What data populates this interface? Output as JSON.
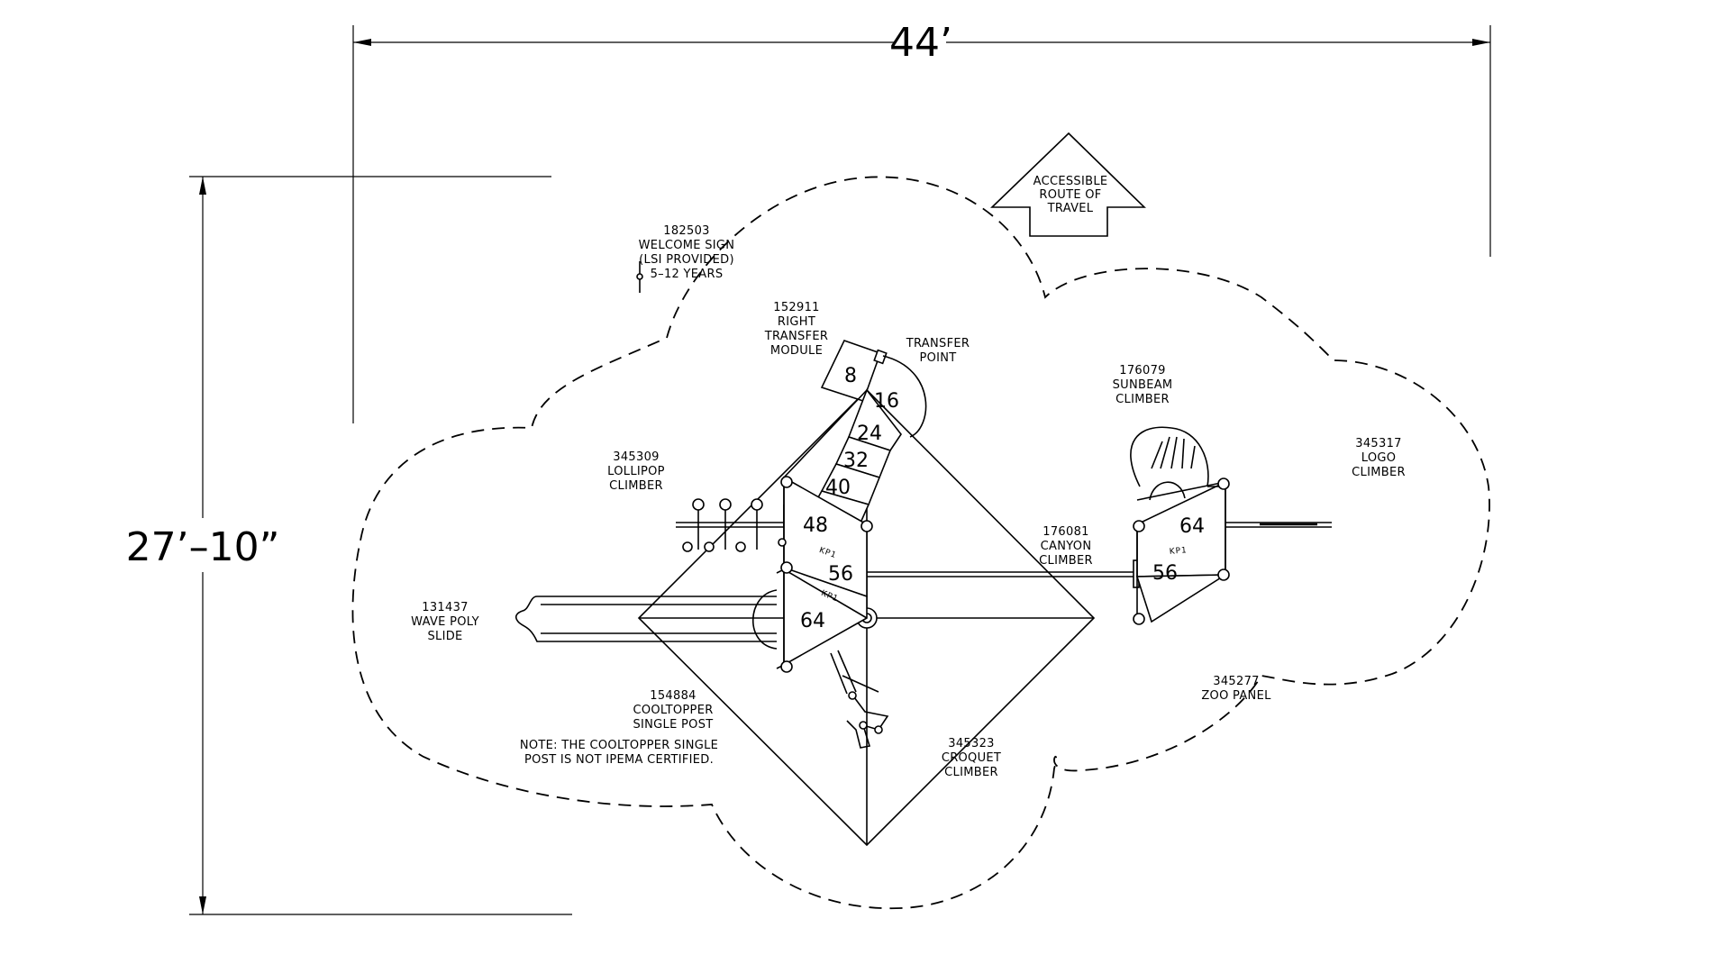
{
  "dimensions": {
    "width": "44’",
    "height": "27’–10”"
  },
  "arrow_label": [
    "ACCESSIBLE",
    "ROUTE OF",
    "TRAVEL"
  ],
  "labels": {
    "welcome_sign": [
      "182503",
      "WELCOME SIGN",
      "(LSI PROVIDED)",
      "5–12 YEARS"
    ],
    "transfer_module": [
      "152911",
      "RIGHT",
      "TRANSFER",
      "MODULE"
    ],
    "transfer_point": [
      "TRANSFER",
      "POINT"
    ],
    "sunbeam": [
      "176079",
      "SUNBEAM",
      "CLIMBER"
    ],
    "logo_climber": [
      "345317",
      "LOGO",
      "CLIMBER"
    ],
    "lollipop": [
      "345309",
      "LOLLIPOP",
      "CLIMBER"
    ],
    "canyon": [
      "176081",
      "CANYON",
      "CLIMBER"
    ],
    "wave_slide": [
      "131437",
      "WAVE POLY",
      "SLIDE"
    ],
    "cooltopper": [
      "154884",
      "COOLTOPPER",
      "SINGLE POST"
    ],
    "note": [
      "NOTE: THE COOLTOPPER SINGLE",
      "POST IS NOT IPEMA CERTIFIED."
    ],
    "zoo_panel": [
      "345277",
      "ZOO PANEL"
    ],
    "croquet": [
      "345323",
      "CROQUET",
      "CLIMBER"
    ]
  },
  "deck_heights": {
    "step_8": "8",
    "step_16": "16",
    "step_24": "24",
    "step_32": "32",
    "step_40": "40",
    "deck_48": "48",
    "deck_56": "56",
    "deck_64": "64",
    "right_64": "64",
    "right_56": "56"
  },
  "kick_plate": "KP1"
}
